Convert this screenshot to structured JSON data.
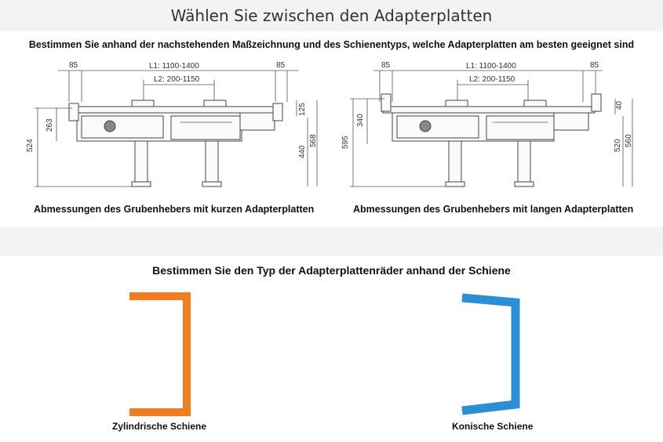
{
  "header": {
    "title": "Wählen Sie zwischen den Adapterplatten"
  },
  "section1": {
    "instruction": "Bestimmen Sie anhand der nachstehenden Maßzeichnung und des Schienentyps, welche Adapterplatten am besten geeignet sind",
    "short_plates": {
      "caption": "Abmessungen des Grubenhebers mit kurzen Adapterplatten",
      "dims": {
        "left": "85",
        "right": "85",
        "l1": "L1: 1100-1400",
        "l2": "L2: 200-1150",
        "h263": "263",
        "h524": "524",
        "h125": "125",
        "h440": "440",
        "h568": "568"
      }
    },
    "long_plates": {
      "caption": "Abmessungen des Grubenhebers mit langen Adapterplatten",
      "dims": {
        "left": "85",
        "right": "85",
        "l1": "L1: 1100-1400",
        "l2": "L2: 200-1150",
        "h340": "340",
        "h595": "595",
        "h40": "40",
        "h520": "520",
        "h560": "560"
      }
    }
  },
  "section2": {
    "instruction": "Bestimmen Sie den Typ der Adapterplattenräder anhand der Schiene",
    "rails": {
      "cylindrical": {
        "label": "Zylindrische Schiene",
        "color": "#f47c20"
      },
      "conical": {
        "label": "Konische Schiene",
        "color": "#2a8fd4"
      }
    }
  }
}
